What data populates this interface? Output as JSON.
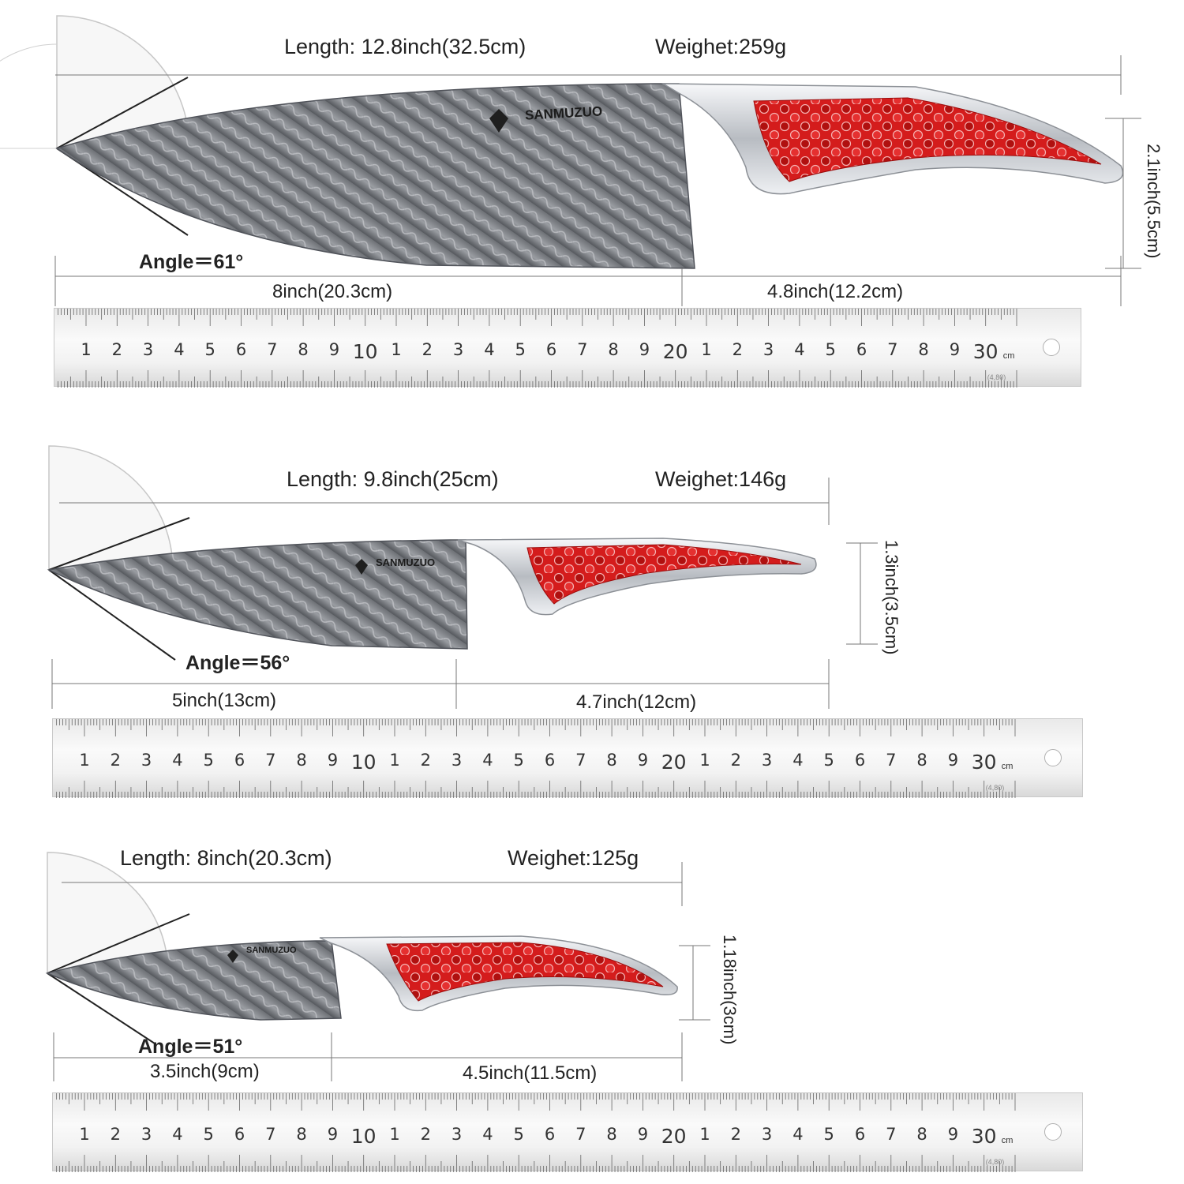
{
  "brand": "SANMUZUO",
  "ruler": {
    "numbers": [
      "1",
      "2",
      "3",
      "4",
      "5",
      "6",
      "7",
      "8",
      "9",
      "10",
      "1",
      "2",
      "3",
      "4",
      "5",
      "6",
      "7",
      "8",
      "9",
      "20",
      "1",
      "2",
      "3",
      "4",
      "5",
      "6",
      "7",
      "8",
      "9",
      "30"
    ],
    "unit": "cm",
    "tag": "(4,80)"
  },
  "knives": [
    {
      "length": "Length: 12.8inch(32.5cm)",
      "weight": "Weighet:259g",
      "height": "2.1inch(5.5cm)",
      "angle": "Angle＝61°",
      "blade": "8inch(20.3cm)",
      "handle": "4.8inch(12.2cm)"
    },
    {
      "length": "Length: 9.8inch(25cm)",
      "weight": "Weighet:146g",
      "height": "1.3inch(3.5cm)",
      "angle": "Angle＝56°",
      "blade": "5inch(13cm)",
      "handle": "4.7inch(12cm)"
    },
    {
      "length": "Length: 8inch(20.3cm)",
      "weight": "Weighet:125g",
      "height": "1.18inch(3cm)",
      "angle": "Angle＝51°",
      "blade": "3.5inch(9cm)",
      "handle": "4.5inch(11.5cm)"
    }
  ],
  "colors": {
    "resin": "#d81f1f",
    "blade": "#7d7f83",
    "steel": "#e4e6ea"
  }
}
